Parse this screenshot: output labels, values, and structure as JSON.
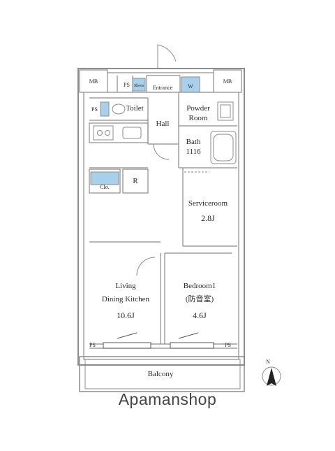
{
  "plan": {
    "rooms": {
      "mb_left": "MB",
      "mb_right": "MB",
      "ps_top": "PS",
      "ps_left": "PS",
      "ps_bottom_left": "PS",
      "ps_bottom_right": "PS",
      "shoes": "Shoes",
      "entrance": "Entrance",
      "w": "W",
      "toilet": "Toilet",
      "powder_line1": "Powder",
      "powder_line2": "Room",
      "hall": "Hall",
      "bath_line1": "Bath",
      "bath_line2": "1116",
      "clo": "Clo.",
      "r": "R",
      "service_name": "Serviceroom",
      "service_size": "2.8J",
      "ldk_line1": "Living",
      "ldk_line2": "Dining Kitchen",
      "ldk_size": "10.6J",
      "bed_line1": "Bedroom1",
      "bed_line2": "(防音室)",
      "bed_size": "4.6J",
      "balcony": "Balcony"
    },
    "compass": "N"
  },
  "brand": "Apamanshop",
  "colors": {
    "wall": "#8c8c8c",
    "blue": "#a8d0ea",
    "text": "#2a2a2a"
  }
}
